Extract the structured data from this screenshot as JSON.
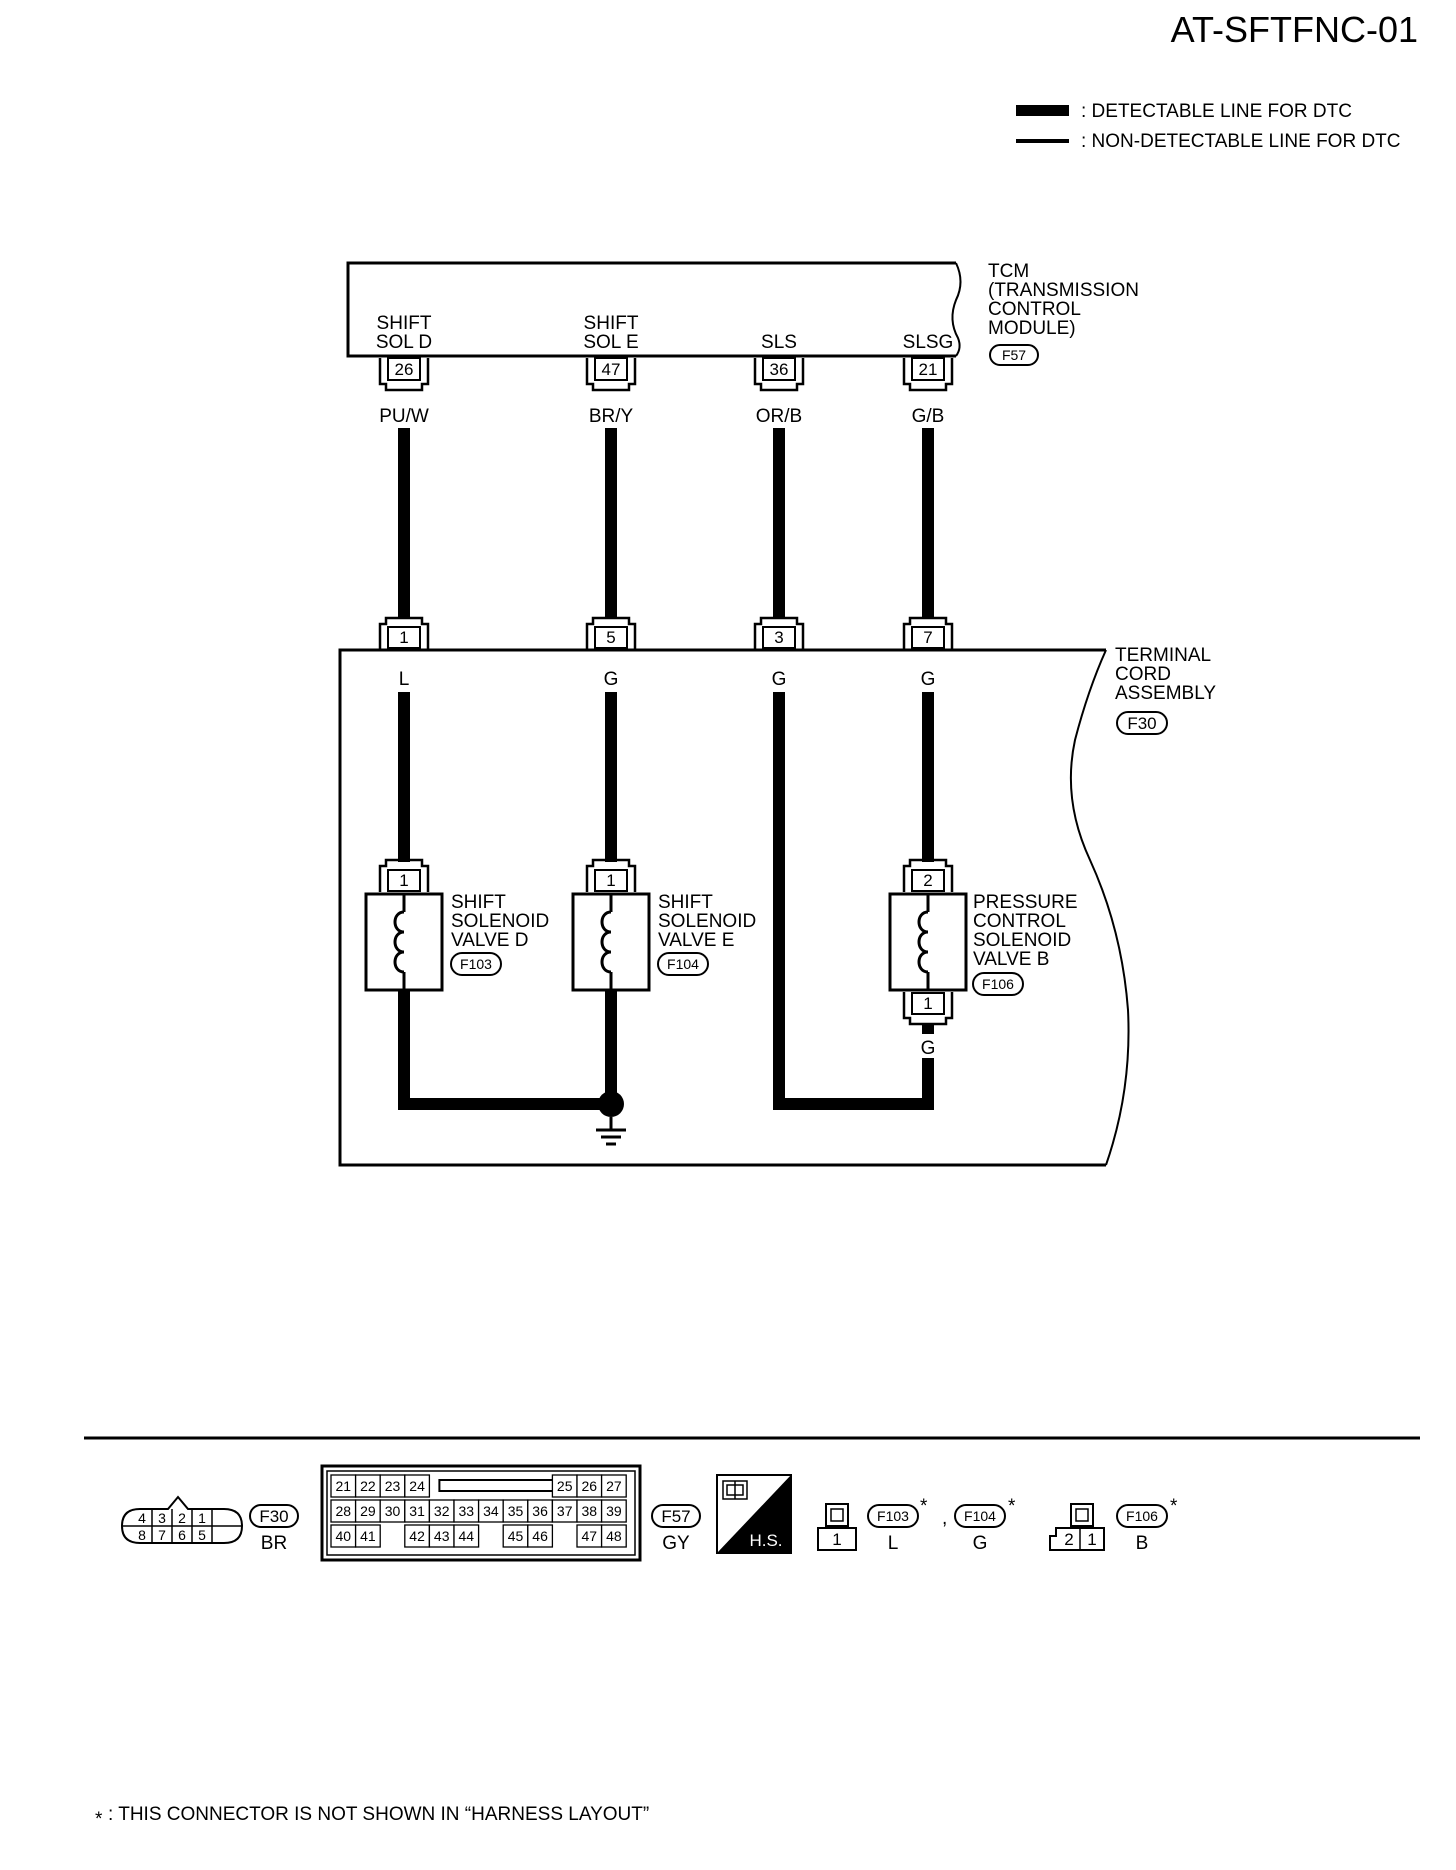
{
  "header": {
    "code": "AT-SFTFNC-01"
  },
  "legend": {
    "detectable": ": DETECTABLE LINE FOR DTC",
    "non_detectable": ": NON-DETECTABLE LINE FOR DTC"
  },
  "tcm": {
    "label": [
      "TCM",
      "(TRANSMISSION",
      "CONTROL",
      "MODULE)"
    ],
    "connector": "F57",
    "pins": [
      {
        "name": [
          "SHIFT",
          "SOL D"
        ],
        "pin": "26",
        "wire": "PU/W"
      },
      {
        "name": [
          "SHIFT",
          "SOL E"
        ],
        "pin": "47",
        "wire": "BR/Y"
      },
      {
        "name": [
          "SLS"
        ],
        "pin": "36",
        "wire": "OR/B"
      },
      {
        "name": [
          "SLSG"
        ],
        "pin": "21",
        "wire": "G/B"
      }
    ]
  },
  "terminal_cord": {
    "label": [
      "TERMINAL",
      "CORD",
      "ASSEMBLY"
    ],
    "connector": "F30",
    "pins": [
      {
        "pin": "1",
        "wire": "L"
      },
      {
        "pin": "5",
        "wire": "G"
      },
      {
        "pin": "3",
        "wire": "G"
      },
      {
        "pin": "7",
        "wire": "G"
      }
    ]
  },
  "solenoids": [
    {
      "name": [
        "SHIFT",
        "SOLENOID",
        "VALVE D"
      ],
      "connector": "F103",
      "top_pin": "1"
    },
    {
      "name": [
        "SHIFT",
        "SOLENOID",
        "VALVE E"
      ],
      "connector": "F104",
      "top_pin": "1"
    },
    {
      "name": [
        "PRESSURE",
        "CONTROL",
        "SOLENOID",
        "VALVE B"
      ],
      "connector": "F106",
      "top_pin": "2",
      "bottom_pin": "1",
      "bottom_wire": "G"
    }
  ],
  "connectors_footer": {
    "f30": {
      "id": "F30",
      "color": "BR",
      "top_pins": [
        "4",
        "3",
        "2",
        "1"
      ],
      "bottom_pins": [
        "8",
        "7",
        "6",
        "5"
      ]
    },
    "f57": {
      "id": "F57",
      "color": "GY",
      "row1_left": [
        "21",
        "22",
        "23",
        "24"
      ],
      "row1_right": [
        "25",
        "26",
        "27"
      ],
      "row2": [
        "28",
        "29",
        "30",
        "31",
        "32",
        "33",
        "34",
        "35",
        "36",
        "37",
        "38",
        "39"
      ],
      "row3": [
        "40",
        "41",
        "42",
        "43",
        "44",
        "45",
        "46",
        "47",
        "48"
      ]
    },
    "hs_label": "H.S.",
    "f103": {
      "id": "F103",
      "color": "L",
      "pin": "1"
    },
    "f104": {
      "id": "F104",
      "color": "G"
    },
    "sep": ",",
    "asterisk": "*",
    "f106": {
      "id": "F106",
      "color": "B",
      "pins": [
        "2",
        "1"
      ]
    }
  },
  "footnote": {
    "symbol": "*",
    "text": ": THIS CONNECTOR IS NOT SHOWN IN “HARNESS LAYOUT”"
  }
}
